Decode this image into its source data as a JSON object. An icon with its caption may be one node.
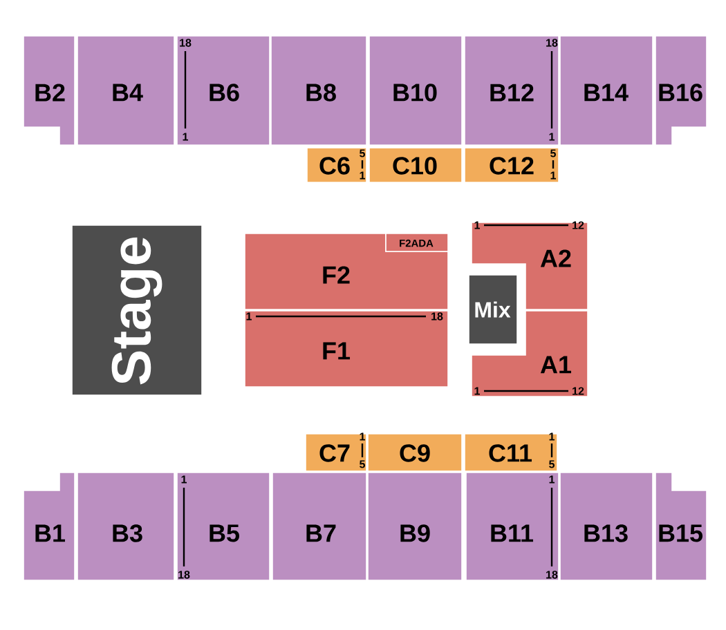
{
  "diagram": {
    "nodes": [
      {
        "text": [
          "B2"
        ]
      },
      {
        "text": [
          "B4"
        ]
      },
      {
        "text": [
          "B6"
        ]
      },
      {
        "text": [
          "B8"
        ]
      },
      {
        "text": [
          "B10"
        ]
      },
      {
        "text": [
          "B12"
        ]
      },
      {
        "text": [
          "B14"
        ]
      },
      {
        "text": [
          "B16"
        ]
      },
      {
        "text": [
          "C6"
        ]
      },
      {
        "text": [
          "C10"
        ]
      },
      {
        "text": [
          "C12"
        ]
      },
      {
        "text": [
          "Stage"
        ]
      },
      {
        "text": [
          "F2"
        ]
      },
      {
        "text": [
          "F2ADA"
        ],
        "in": 12
      },
      {
        "text": [
          "A2"
        ]
      },
      {
        "text": [
          "Mix"
        ]
      },
      {
        "text": [
          "F1"
        ]
      },
      {
        "text": [
          "A1"
        ]
      },
      {
        "text": [
          "C7"
        ]
      },
      {
        "text": [
          "C9"
        ]
      },
      {
        "text": [
          "C11"
        ]
      },
      {
        "text": [
          "B1"
        ]
      },
      {
        "text": [
          "B3"
        ]
      },
      {
        "text": [
          "B5"
        ]
      },
      {
        "text": [
          "B7"
        ]
      },
      {
        "text": [
          "B9"
        ]
      },
      {
        "text": [
          "B11"
        ]
      },
      {
        "text": [
          "B13"
        ]
      },
      {
        "text": [
          "B15"
        ]
      }
    ],
    "labels": [
      "18",
      "18",
      "1",
      "1",
      "5",
      "5",
      "1",
      "1",
      "1",
      "12",
      "1",
      "18",
      "1",
      "12",
      "1",
      "1",
      "5",
      "5",
      "1",
      "1",
      "18",
      "18"
    ]
  }
}
